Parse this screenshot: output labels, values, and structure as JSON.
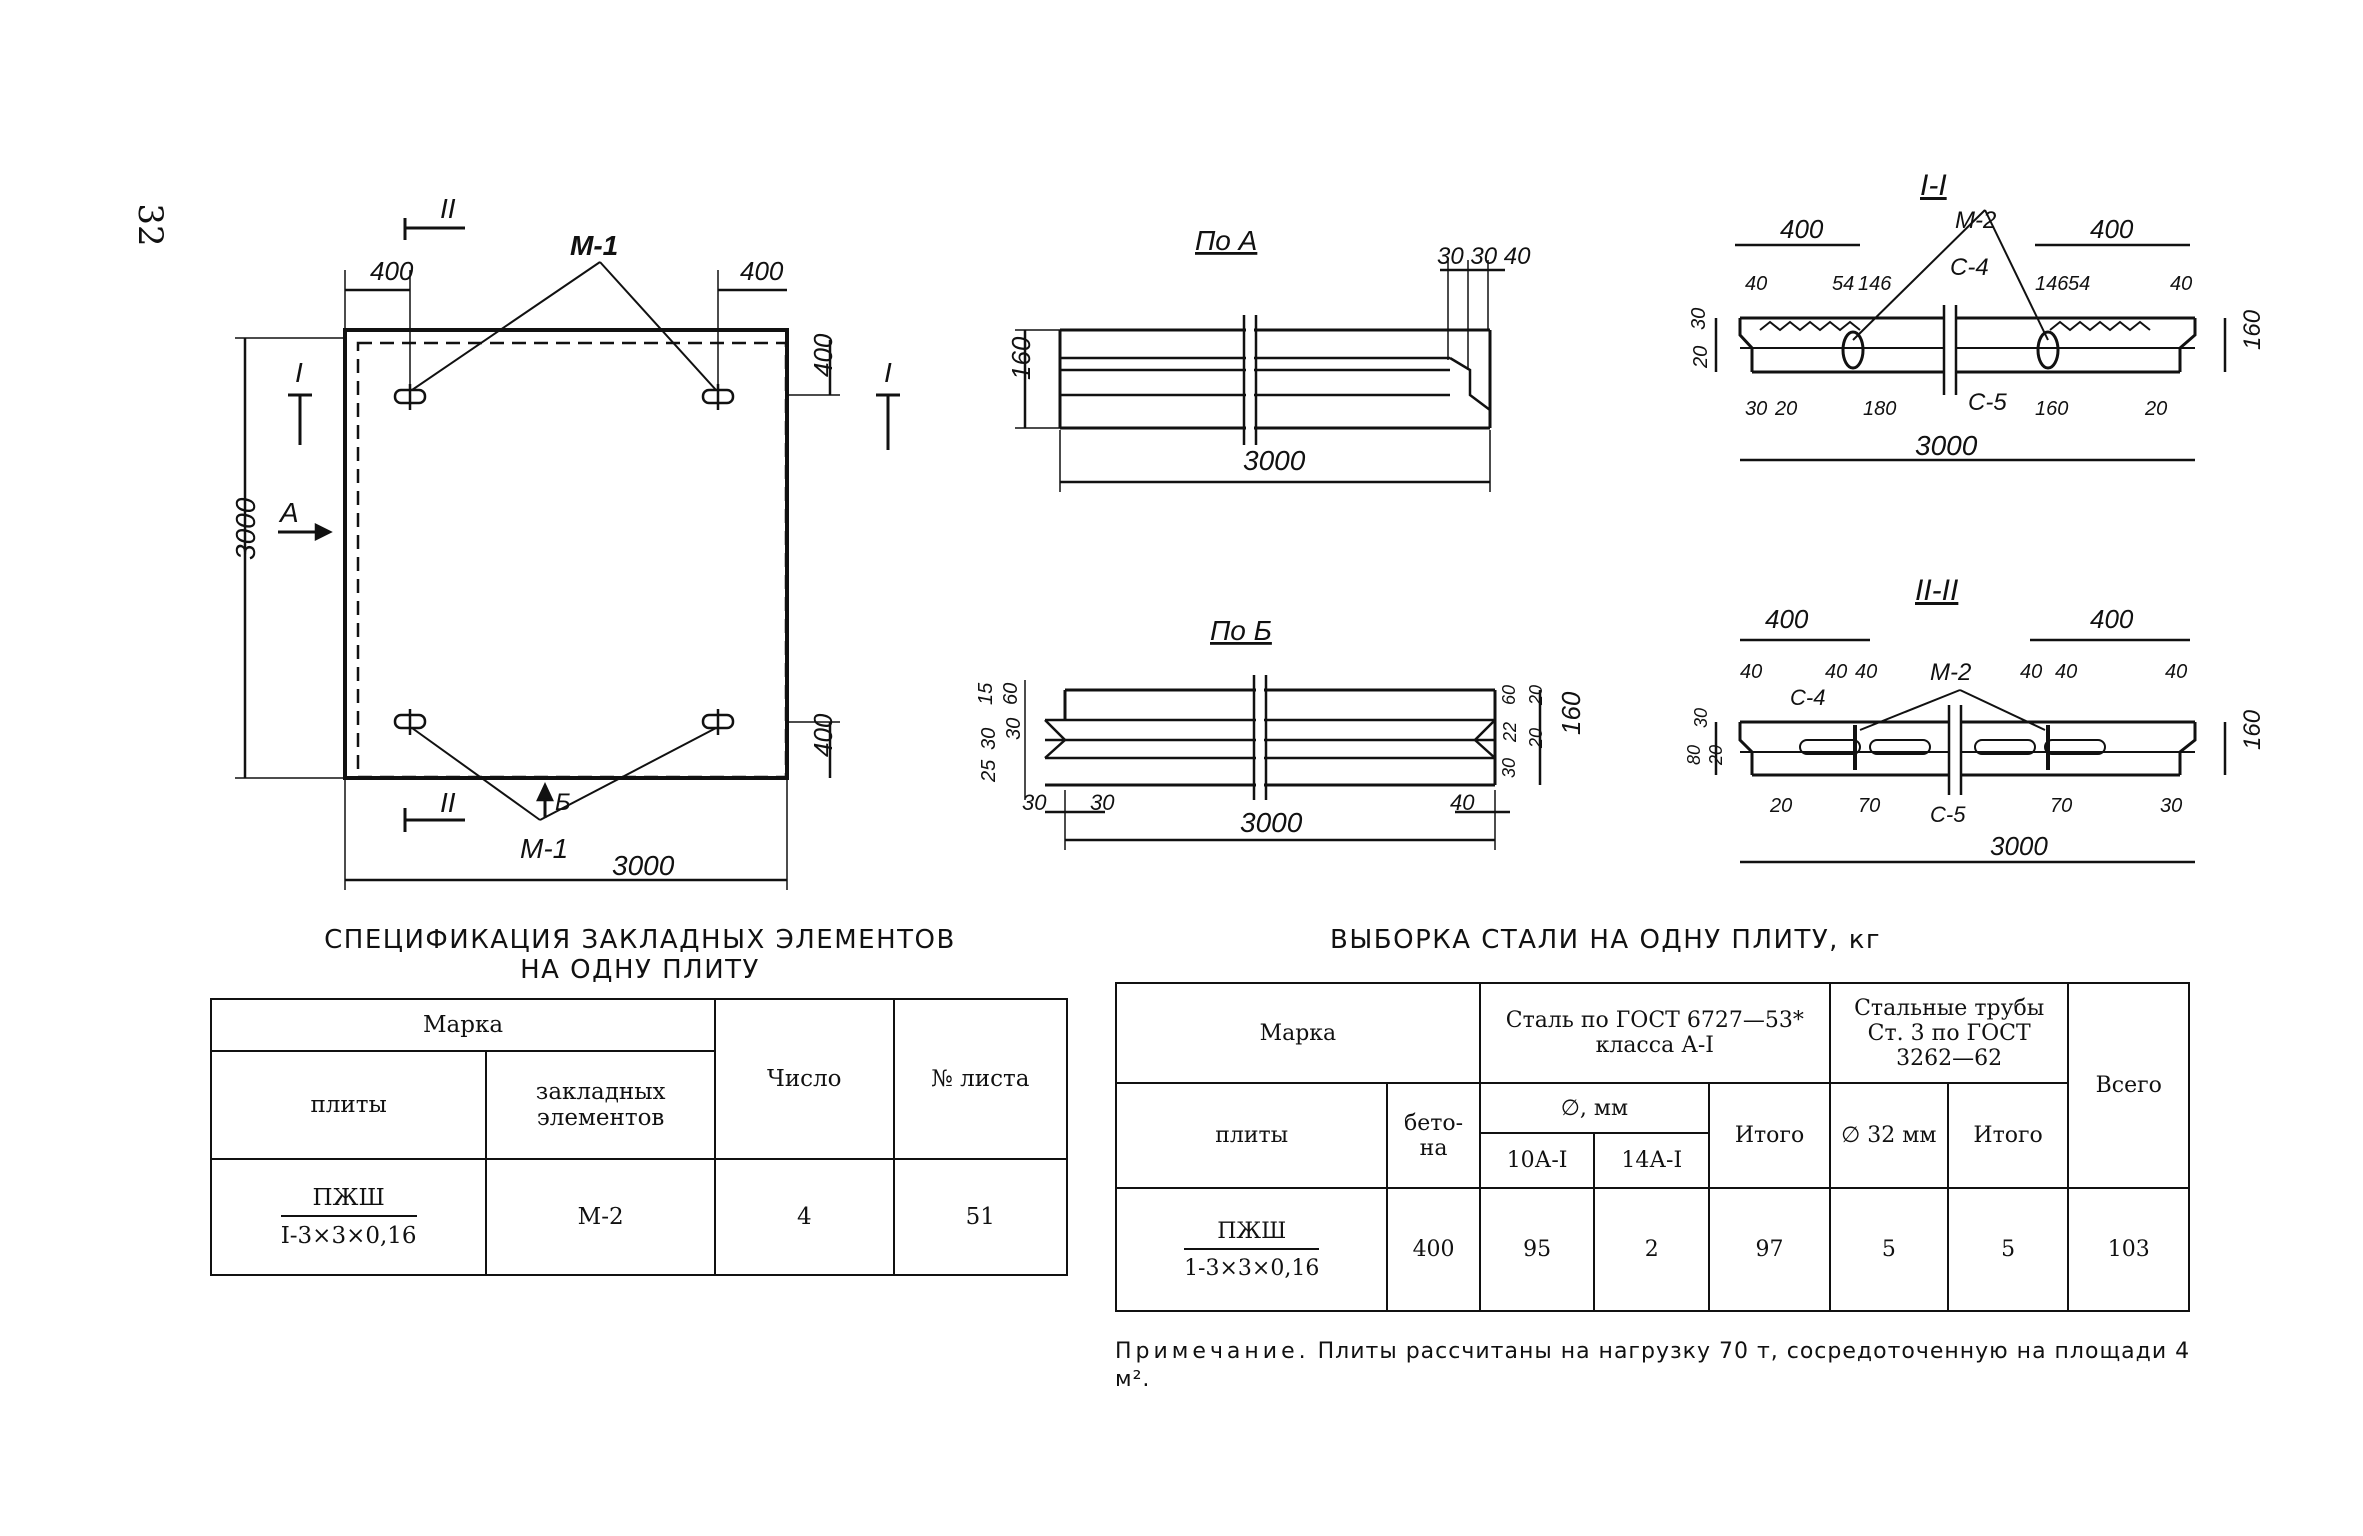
{
  "page_number": "32",
  "drawing": {
    "plan": {
      "dim_top_left": "400",
      "dim_top_right": "400",
      "dim_side_right_top": "400",
      "dim_side_right_bottom": "400",
      "dim_height": "3000",
      "dim_width": "3000",
      "label_m1_top": "М-1",
      "label_m1_bottom": "М-1",
      "section_I": "I",
      "section_II": "II",
      "view_A": "А",
      "view_B": "Б"
    },
    "view_a": {
      "title": "По А",
      "dim_top": "30 30 40",
      "dim_height": "160",
      "dim_length": "3000"
    },
    "view_b": {
      "title": "По Б",
      "dim_left": [
        "60",
        "15",
        "30",
        "30",
        "25",
        "30"
      ],
      "dim_bottom_left": "30",
      "dim_bottom_right": "40",
      "dim_right": [
        "60",
        "20",
        "22",
        "20",
        "30"
      ],
      "dim_height": "160",
      "dim_length": "3000"
    },
    "section_1": {
      "title": "I-I",
      "dims_top": [
        "400",
        "400"
      ],
      "dims_small": [
        "40",
        "54",
        "146",
        "146",
        "54",
        "40"
      ],
      "label_m2": "М-2",
      "label_c4": "С-4",
      "label_c5": "С-5",
      "dims_bottom": [
        "30",
        "20",
        "180",
        "160",
        "20"
      ],
      "dims_left": [
        "30",
        "20"
      ],
      "dim_height": "160",
      "dim_length": "3000"
    },
    "section_2": {
      "title": "II-II",
      "dims_top": [
        "400",
        "400"
      ],
      "dims_small": [
        "40",
        "40",
        "40",
        "40",
        "40",
        "40"
      ],
      "label_m2": "М-2",
      "label_c4": "С-4",
      "label_c5": "С-5",
      "dims_bottom": [
        "20",
        "70",
        "70",
        "30"
      ],
      "dims_left": [
        "30",
        "80",
        "20"
      ],
      "dim_height": "160",
      "dim_length": "3000"
    }
  },
  "spec_table": {
    "title_line1": "СПЕЦИФИКАЦИЯ ЗАКЛАДНЫХ ЭЛЕМЕНТОВ",
    "title_line2": "НА ОДНУ ПЛИТУ",
    "h_marka": "Марка",
    "h_plity": "плиты",
    "h_zaklad": "закладных элементов",
    "h_chislo": "Число",
    "h_list": "№ листа",
    "row": {
      "plita_top": "ПЖШ",
      "plita_bot": "I-3×3×0,16",
      "element": "М-2",
      "chislo": "4",
      "list": "51"
    }
  },
  "steel_table": {
    "title": "ВЫБОРКА СТАЛИ НА ОДНУ ПЛИТУ, кг",
    "h_marka": "Марка",
    "h_plity": "плиты",
    "h_betona": "бето-на",
    "h_steel": "Сталь по ГОСТ 6727—53* класса А-I",
    "h_diam": "∅, мм",
    "h_10a": "10А-I",
    "h_14a": "14А-I",
    "h_itogo1": "Итого",
    "h_pipes": "Стальные трубы Ст. 3 по ГОСТ 3262—62",
    "h_diam32": "∅ 32 мм",
    "h_itogo2": "Итого",
    "h_vsego": "Всего",
    "row": {
      "plita_top": "ПЖШ",
      "plita_bot": "1-3×3×0,16",
      "betona": "400",
      "v10a": "95",
      "v14a": "2",
      "itogo1": "97",
      "d32": "5",
      "itogo2": "5",
      "vsego": "103"
    }
  },
  "note": {
    "label": "Примечание.",
    "text": "Плиты рассчитаны на нагрузку 70 т, сосредоточенную на площади 4 м²."
  }
}
